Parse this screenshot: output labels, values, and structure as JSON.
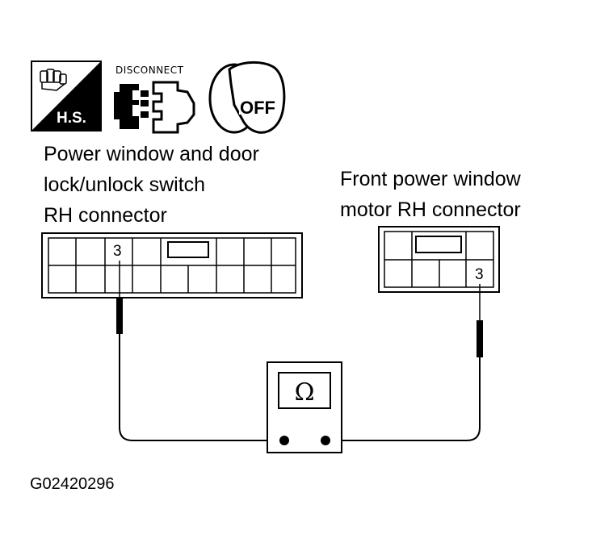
{
  "icons": {
    "hand_tool_label": "H.S.",
    "disconnect_label": "DISCONNECT",
    "ignition_label": "OFF"
  },
  "left_connector": {
    "title_lines": [
      "Power window and door",
      "lock/unlock switch",
      "RH connector"
    ],
    "pin_label": "3"
  },
  "right_connector": {
    "title_lines": [
      "Front power window",
      "motor RH connector"
    ],
    "pin_label": "3"
  },
  "meter": {
    "symbol": "Ω"
  },
  "figure_id": "G02420296"
}
